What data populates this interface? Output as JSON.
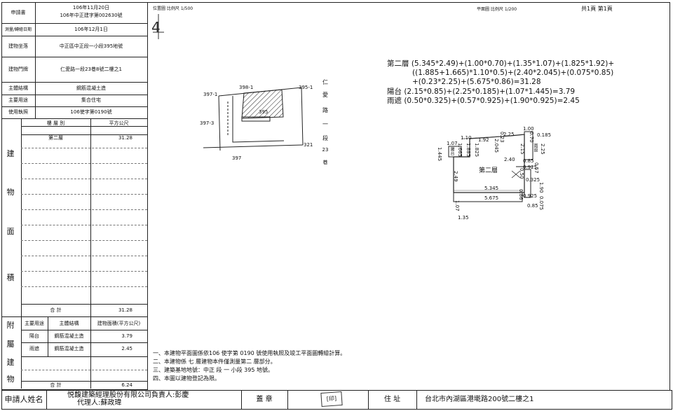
{
  "form": {
    "labels": {
      "applicant": "申請書",
      "survey_date": "測量/轉繪日期",
      "building_location": "建物坐落",
      "building_door": "建物門牌",
      "main_structure": "主體結構",
      "main_use": "主要用途",
      "use_permit": "使用執照"
    },
    "values": {
      "applicant_date": "106年11月20日",
      "applicant_no": "106年中正建字第002630號",
      "survey_date": "106年12月1日",
      "building_location": "中正區中正段一小段395地號",
      "building_door": "仁愛路一段23巷8號二樓之1",
      "main_structure": "鋼筋混凝土造",
      "main_use": "集合住宅",
      "use_permit": "106使字第0190號"
    },
    "area_table": {
      "col_floor": "樓 層 別",
      "col_area": "平方公尺",
      "side_label": [
        "建",
        "物",
        "面",
        "積"
      ],
      "rows": [
        {
          "floor": "第二層",
          "area": "31.28"
        }
      ],
      "total_label": "合    計",
      "total": "31.28"
    },
    "attach_table": {
      "side_label": [
        "附",
        "屬",
        "建",
        "物"
      ],
      "col_use": "主要用途",
      "col_struct": "主體結構",
      "col_area": "建物面積(平方公尺)",
      "rows": [
        {
          "use": "陽台",
          "struct": "鋼筋混凝土造",
          "area": "3.79"
        },
        {
          "use": "雨遮",
          "struct": "鋼筋混凝土造",
          "area": "2.45"
        }
      ],
      "total_label": "合    計",
      "total": "6.24"
    },
    "bottom": {
      "applicant_name_label": "申請人姓名",
      "applicant_name": "悦馥建築經理股份有限公司負責人:彭慶",
      "agent": "代理人:蘇政瑋",
      "seal_label": "蓋  章",
      "stamp": "[印]",
      "address_label": "住  址",
      "address": "台北市內湖區港墘路200號二樓之1"
    }
  },
  "site_map": {
    "header": "位置圖 比例尺 1/500",
    "north": "4",
    "parcels": {
      "p398_1": "398-1",
      "p395_1": "395-1",
      "p397_1": "397-1",
      "p395": "395",
      "p397_3": "397-3",
      "p321": "321",
      "p397": "397"
    },
    "road": [
      "仁",
      "愛",
      "路",
      "一",
      "段",
      "23",
      "巷"
    ]
  },
  "plan": {
    "header": "平面圖 比例尺 1/200",
    "page": "共1頁 第1頁",
    "calc": [
      "第二層 (5.345*2.49)+(1.00*0.70)+(1.35*1.07)+(1.825*1.92)+",
      "((1.885+1.665)*1.10*0.5)+(2.40*2.045)+(0.075*0.85)",
      "+(0.23*2.25)+(5.675*0.86)=31.28",
      "陽台 (2.15*0.85)+(2.25*0.185)+(1.07*1.445)=3.79",
      "雨遮 (0.50*0.325)+(0.57*0.925)+(1.90*0.925)=2.45"
    ],
    "room_label": "第二層",
    "balcony_label": "陽台",
    "canopy_label": "雨遮",
    "dims": {
      "d100": "1.00",
      "d0185": "0.185",
      "d110": "1.10",
      "d192": "1.92",
      "d225": "2.25",
      "d107a": "1.07",
      "d1665": "1.665",
      "d1885": "1.885",
      "d1825": "1.825",
      "d2045": "2.045",
      "d023": "0.23",
      "d070": "0.70",
      "d1445": "1.445",
      "d240": "2.40",
      "d215": "2.15",
      "d085a": "0.85",
      "d0925a": "0.925",
      "d057": "0.57",
      "d225b": "2.25",
      "d249": "2.49",
      "d050": "0.50",
      "d0325": "0.325",
      "d190": "1.90",
      "d5345": "5.345",
      "d086": "0.86",
      "d0925b": "0.925",
      "d5675": "5.675",
      "d085b": "0.85",
      "d0075": "0.075",
      "d107b": "1.07",
      "d135": "1.35"
    }
  },
  "notes": [
    "一、本建物平面圖係依106 使字第 0190 號使用執照及竣工平面圖轉繪計算。",
    "二、本建物係 七 層建物本件僅測量第二 層部分。",
    "三、建築基地地號：中正 段 一 小段 395 地號。",
    "四、本圖以建物登記為限。"
  ]
}
